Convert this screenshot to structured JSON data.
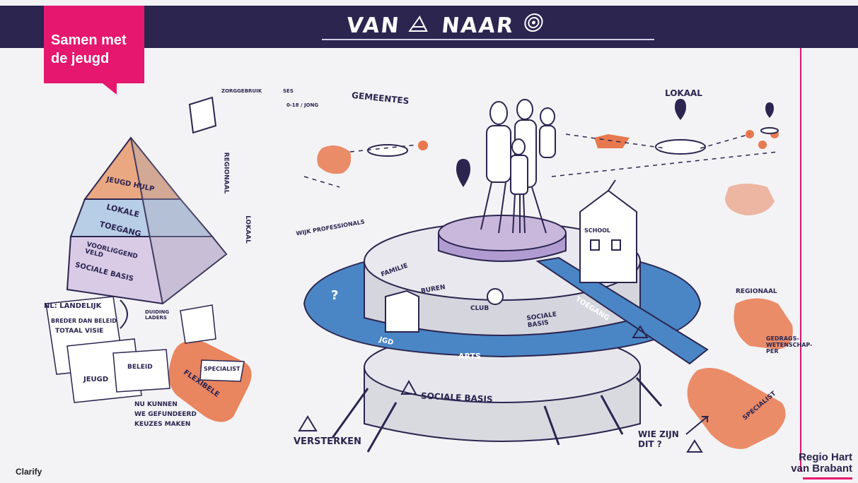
{
  "header": {
    "title_left": "VAN",
    "title_right": "NAAR"
  },
  "tag": {
    "line1": "Samen met",
    "line2": "de jeugd"
  },
  "pyramid": {
    "top": "JEUGD HULP",
    "mid1": "LOKALE",
    "mid2": "TOEGANG",
    "low1": "VOORLIGGEND VELD",
    "low2": "SOCIALE BASIS"
  },
  "labels": {
    "gemeentes": "GEMEENTES",
    "lokaal": "LOKAAL",
    "regionaal_v": "REGIONAAL",
    "lokaal_v": "LOKAAL",
    "wijk": "WIJK PROFESSIONALS",
    "familie": "FAMILIE",
    "buren": "BUREN",
    "club": "CLUB",
    "school": "SCHOOL",
    "sociale_basis_ring": "SOCIALE BASIS",
    "toegang": "TOEGANG",
    "arts": "ARTS",
    "jgd": "JGD",
    "sociale_basis": "SOCIALE BASIS",
    "versterken": "VERSTERKEN",
    "regionaal": "REGIONAAL",
    "gedrag": "GEDRAGS- WETENSCHAP- PER",
    "specialist_r": "SPECIALIST",
    "wie_zijn": "WIE ZIJN DIT ?",
    "nl_landelijk": "NL: LANDELIJK",
    "breder": "BREDER DAN BELEID",
    "totaal": "TOTAAL VISIE",
    "duiding": "DUIDING LADERS",
    "jeugd": "JEUGD",
    "beleid": "BELEID",
    "nu_kunnen": "NU KUNNEN",
    "we_gefundeerd": "WE GEFUNDEERD",
    "keuzes": "KEUZES MAKEN",
    "specialist_l": "SPECIALIST",
    "flexibele": "FLEXIBELE",
    "zorggebruik": "ZORGGEBRUIK",
    "ses": "SES",
    "ouders": "0-18 / JONG"
  },
  "footer": {
    "brand": "Clarify",
    "logo_line1": "Regio Hart",
    "logo_line2": "van Brabant"
  },
  "colors": {
    "navy": "#2b2550",
    "pink": "#e5176f",
    "orange": "#e8794f",
    "blue": "#4a86c5",
    "lavender": "#c9b8dc",
    "peach": "#eaa882",
    "skyblue": "#b8cde6"
  }
}
